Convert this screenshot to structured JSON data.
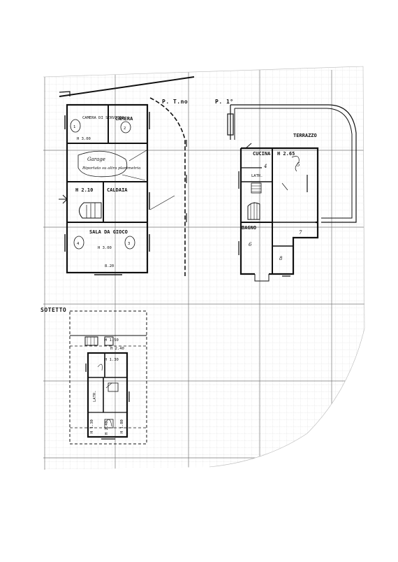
{
  "sheet": {
    "ground_floor": {
      "heading": "P. T.no",
      "rooms": {
        "camera_servizio": "CAMERA DI SERVIZIO",
        "camera_servizio_h": "H 3.00",
        "camera": "CAMERA",
        "garage": "Garage",
        "garage_note": "Riportato su altra planimetria",
        "caldaia_h": "H 2.10",
        "caldaia": "CALDAIA",
        "sala": "SALA DA GIOCO",
        "sala_h": "H 3.00",
        "circle_1": "1",
        "circle_2": "2",
        "circle_3": "3",
        "circle_4": "4",
        "bottom_mark": "8.20"
      }
    },
    "first_floor": {
      "heading": "P. 1°",
      "terrazzo": "TERRAZZO",
      "cucina": "CUCINA",
      "cucina_h": "H 2.65",
      "latr": "LATR.",
      "bagno": "BAGNO",
      "num_4": "4",
      "num_5": "5",
      "num_6": "6",
      "num_7": "7",
      "num_8": "8"
    },
    "attic": {
      "heading": "SOTETTO",
      "h1": "H 1.50",
      "h2": "H 2.40",
      "h3": "H 1.30",
      "latr": "LATR.",
      "h4": "H 1.30",
      "h5": "H 1.80",
      "h6": "H 2.40"
    }
  }
}
